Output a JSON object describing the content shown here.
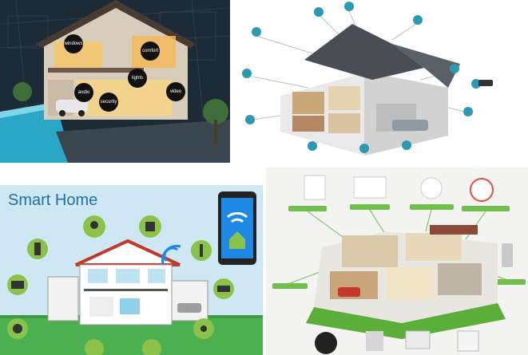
{
  "panels": {
    "top_left": {
      "labels": [
        "windows",
        "comfort",
        "lights",
        "audio",
        "security",
        "video"
      ]
    },
    "bottom_left": {
      "title": "Smart Home"
    }
  },
  "colors": {
    "night_sky": "#1d2b36",
    "pool": "#2aa6c7",
    "wall": "#d8cdbb",
    "window_glow": "#f6c46a",
    "roof_gray": "#4a4e54",
    "accent_teal": "#2b9ab0",
    "icon_green": "#8bc34a",
    "roof_red": "#c0392b",
    "sky_blue": "#cfe7f3",
    "ground_green": "#4caf50",
    "phone_blue": "#1e88e5"
  },
  "icons": [
    "lightbulb-icon",
    "wifi-icon",
    "thermometer-icon",
    "camera-icon",
    "car-icon",
    "lock-icon",
    "smartphone-icon",
    "door-icon",
    "washing-machine-icon"
  ]
}
